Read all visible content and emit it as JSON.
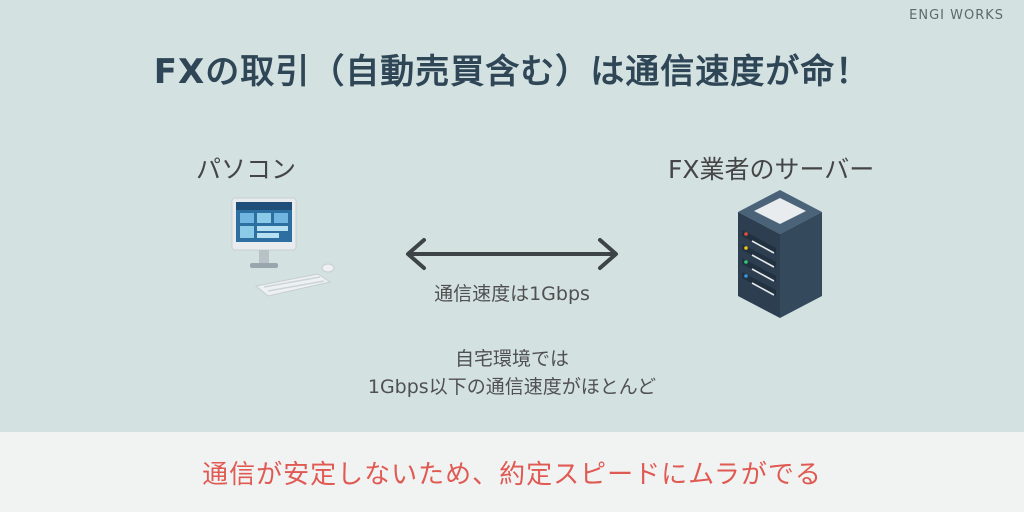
{
  "brand": "ENGI WORKS",
  "title": "FXの取引（自動売買含む）は通信速度が命！",
  "nodes": {
    "pc": {
      "label": "パソコン",
      "icon": "desktop-computer-icon"
    },
    "server": {
      "label": "FX業者のサーバー",
      "icon": "server-rack-icon"
    }
  },
  "link": {
    "speed": "通信速度は1Gbps",
    "arrow": "double-arrow-icon"
  },
  "note": {
    "line1": "自宅環境では",
    "line2": "1Gbps以下の通信速度がほとんど"
  },
  "footer": {
    "text": "通信が安定しないため、約定スピードにムラがでる"
  },
  "colors": {
    "background": "#d3e1e1",
    "title": "#2f4656",
    "footer_bg": "#f1f3f3",
    "footer_text": "#e05a53",
    "server_body": "#34495c"
  }
}
